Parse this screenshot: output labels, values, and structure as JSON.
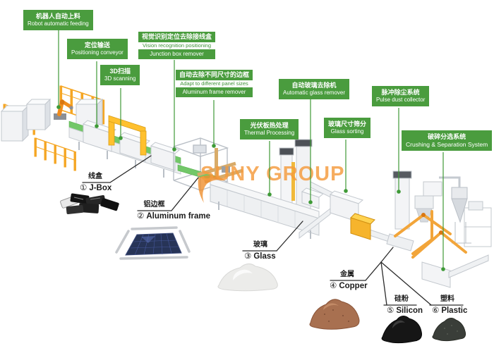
{
  "watermark": "SUNY GROUP",
  "process_labels": [
    {
      "zh": "机器人自动上料",
      "en": "Robot automatic feeding"
    },
    {
      "zh": "定位输送",
      "en": "Positioning conveyor"
    },
    {
      "zh": "3D扫描",
      "en": "3D scanning"
    },
    {
      "zh": "视觉识别定位去除接线盒",
      "mid": "Vision recognition positioning",
      "en": "Junction box remover"
    },
    {
      "zh": "自动去除不同尺寸的边框",
      "mid": "Adapt to different panel sizes",
      "en": "Aluminum frame remover"
    },
    {
      "zh": "光伏板热处理",
      "en": "Thermal Processing"
    },
    {
      "zh": "自动玻璃去除机",
      "en": "Automatic glass remover"
    },
    {
      "zh": "玻璃尺寸筛分",
      "en": "Glass sorting"
    },
    {
      "zh": "脉冲除尘系统",
      "en": "Pulse dust collector"
    },
    {
      "zh": "破碎分选系统",
      "en": "Crushing & Separation System"
    }
  ],
  "products": [
    {
      "zh": "线盒",
      "num": "①",
      "en": "J-Box"
    },
    {
      "zh": "铝边框",
      "num": "②",
      "en": "Aluminum frame"
    },
    {
      "zh": "玻璃",
      "num": "③",
      "en": "Glass"
    },
    {
      "zh": "金属",
      "num": "④",
      "en": "Copper"
    },
    {
      "zh": "硅粉",
      "num": "⑤",
      "en": "Silicon"
    },
    {
      "zh": "塑料",
      "num": "⑥",
      "en": "Plastic"
    }
  ],
  "colors": {
    "label_green": "#4a9c3e",
    "line_green": "#3f9a37",
    "belt_green": "#72c768",
    "watermark_orange": "#f59b3d",
    "fence_orange": "#f5a623",
    "machine_yellow": "#ffc02e",
    "copper": "#a87050"
  }
}
